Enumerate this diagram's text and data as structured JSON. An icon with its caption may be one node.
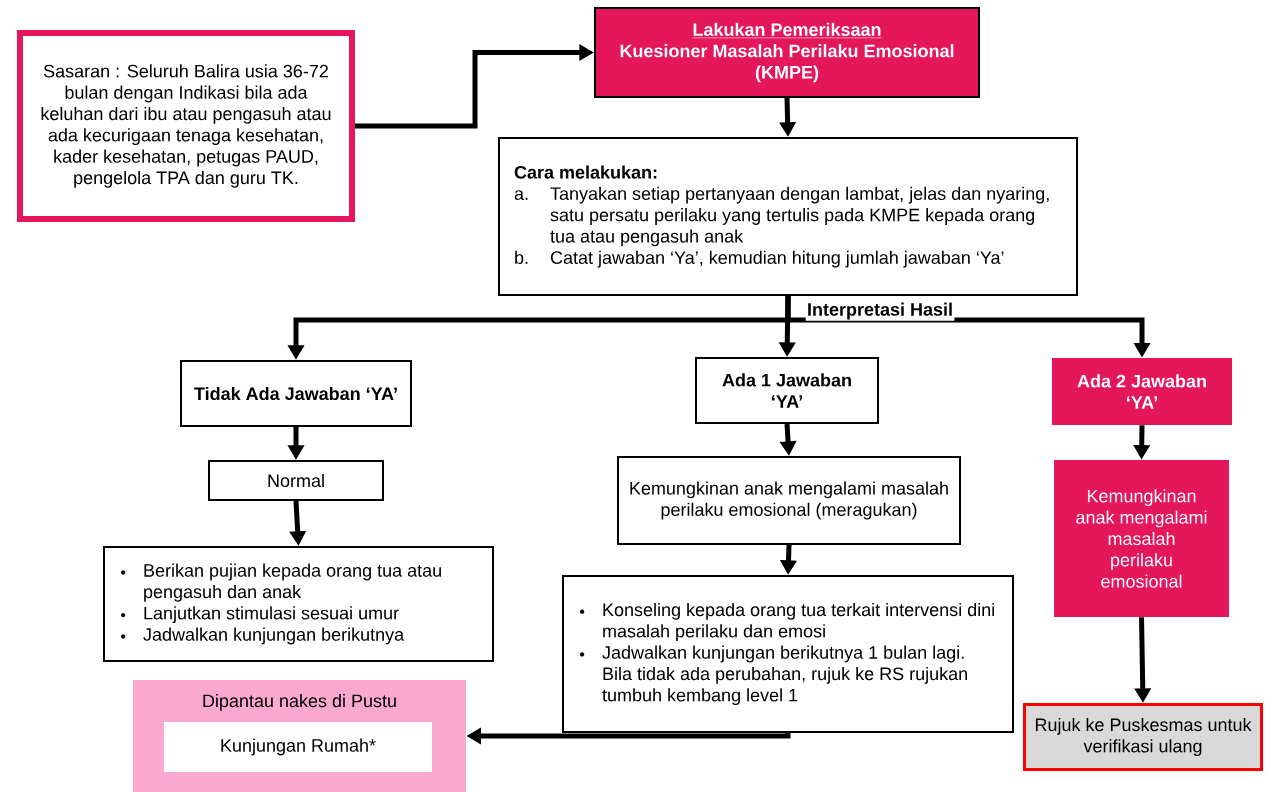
{
  "diagram": {
    "nodes": [
      {
        "text": [
          "Sasaran : Seluruh Balira usia 36-72 bulan dengan Indikasi bila ada keluhan dari ibu atau pengasuh atau ada kecurigaan tenaga kesehatan, kader kesehatan, petugas PAUD, pengelola TPA dan guru TK."
        ]
      },
      {
        "text": [
          "Lakukan Pemeriksaan",
          "Kuesioner Masalah Perilaku Emosional (KMPE)"
        ]
      },
      {
        "text": [
          "Cara melakukan:",
          "a.",
          "Tanyakan setiap pertanyaan dengan lambat, jelas dan nyaring, satu persatu perilaku yang tertulis pada KMPE kepada orang tua atau pengasuh anak",
          "b.",
          "Catat jawaban ‘Ya’, kemudian hitung jumlah jawaban ‘Ya’"
        ]
      },
      {
        "text": [
          "Tidak Ada Jawaban ‘YA’"
        ]
      },
      {
        "text": [
          "Ada 1 Jawaban ‘YA’"
        ]
      },
      {
        "text": [
          "Ada 2 Jawaban ‘YA’"
        ]
      },
      {
        "text": [
          "Normal"
        ]
      },
      {
        "text": [
          "Berikan pujian kepada orang tua atau pengasuh dan anak",
          "Lanjutkan stimulasi sesuai umur",
          "Jadwalkan kunjungan berikutnya"
        ]
      },
      {
        "text": [
          "Kemungkinan anak mengalami masalah perilaku emosional (meragukan)"
        ]
      },
      {
        "text": [
          "Konseling kepada orang tua terkait intervensi dini masalah perilaku dan emosi",
          "Jadwalkan kunjungan berikutnya 1 bulan lagi. Bila tidak ada perubahan, rujuk ke RS rujukan tumbuh kembang level 1"
        ]
      },
      {
        "text": [
          "Kemungkinan anak mengalami masalah perilaku emosional"
        ]
      },
      {
        "text": [
          "Dipantau nakes di Pustu"
        ]
      },
      {
        "text": [
          "Kunjungan Rumah*"
        ],
        "in": 11
      },
      {
        "text": [
          "Rujuk ke Puskesmas untuk verifikasi ulang"
        ]
      }
    ],
    "edges": [
      {
        "from": 0,
        "to": 1,
        "arrow": "to"
      },
      {
        "from": 1,
        "to": 2,
        "arrow": "to"
      },
      {
        "from": 2,
        "to": 3,
        "arrow": "to"
      },
      {
        "from": 2,
        "to": 4,
        "arrow": "to",
        "label": "Interpretasi Hasil"
      },
      {
        "from": 2,
        "to": 5,
        "arrow": "to"
      },
      {
        "from": 3,
        "to": 6,
        "arrow": "to"
      },
      {
        "from": 6,
        "to": 7,
        "arrow": "to"
      },
      {
        "from": 4,
        "to": 8,
        "arrow": "to"
      },
      {
        "from": 8,
        "to": 9,
        "arrow": "to"
      },
      {
        "from": 9,
        "to": 11,
        "arrow": "to"
      },
      {
        "from": 5,
        "to": 10,
        "arrow": "to"
      },
      {
        "from": 10,
        "to": 13,
        "arrow": "to"
      }
    ]
  }
}
